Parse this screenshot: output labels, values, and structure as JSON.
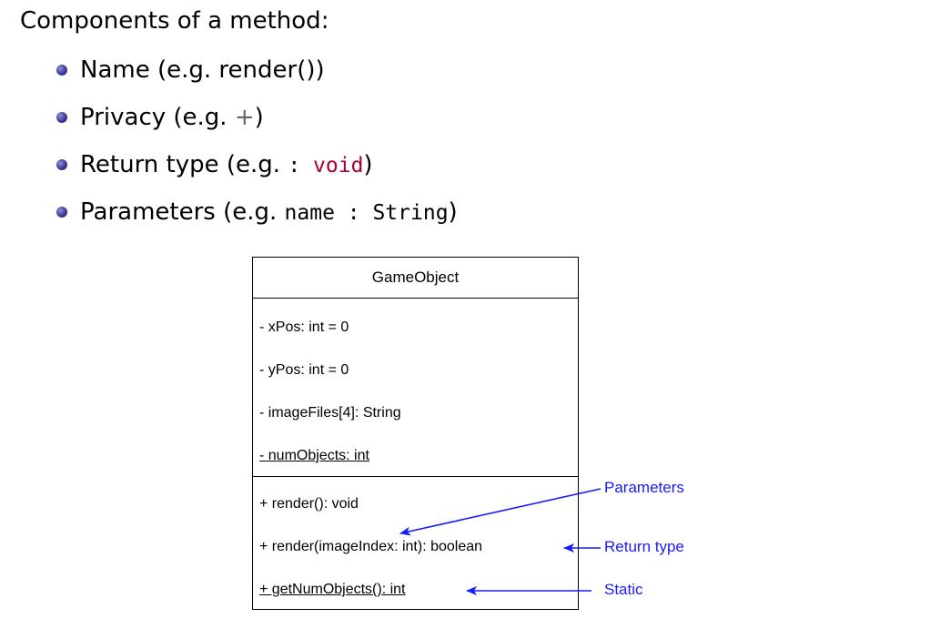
{
  "heading": "Components of a method:",
  "bullets": [
    {
      "prefix": "Name (e.g. ",
      "code": "render()",
      "suffix": ")"
    },
    {
      "prefix": "Privacy (e.g. ",
      "code": "+",
      "suffix": ")"
    },
    {
      "prefix": "Return type (e.g. ",
      "code_a": ": ",
      "code_b": "void",
      "suffix": ")"
    },
    {
      "prefix": "Parameters (e.g. ",
      "code": "name : String",
      "suffix": ")"
    }
  ],
  "uml": {
    "class_name": "GameObject",
    "attributes": [
      "- xPos: int = 0",
      "- yPos: int = 0",
      "- imageFiles[4]: String",
      "- numObjects: int"
    ],
    "methods": [
      "+ render(): void",
      "+ render(imageIndex: int): boolean",
      "+ getNumObjects(): int"
    ]
  },
  "annotations": {
    "parameters": "Parameters",
    "return_type": "Return type",
    "static": "Static"
  },
  "colors": {
    "annotation": "#1a1aff",
    "keyword": "#a5003b",
    "bullet": "#3a3a9a"
  }
}
